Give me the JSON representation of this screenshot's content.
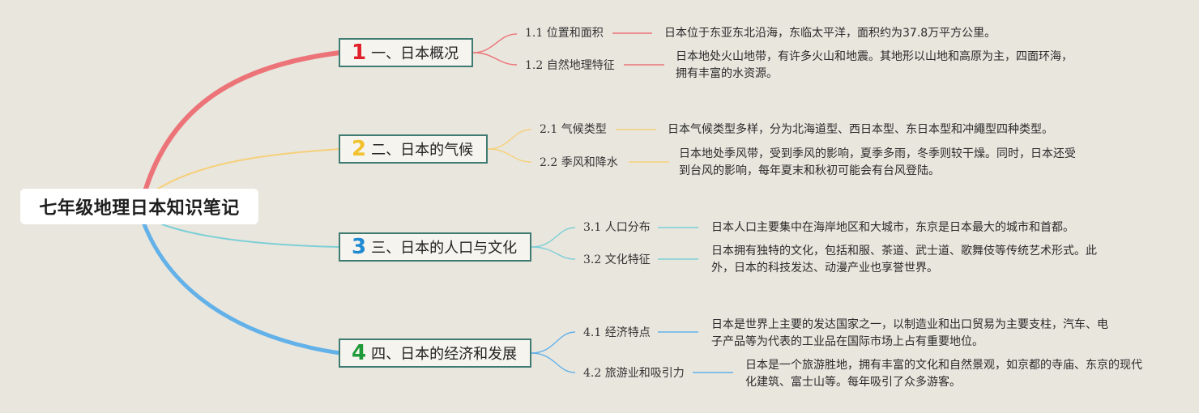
{
  "title": "七年级地理日本知识笔记",
  "colors": {
    "background": "#e9e6de",
    "branch1": "#ec7478",
    "branch2": "#f6d07a",
    "branch3": "#7ccfd6",
    "branch4": "#63b1e9",
    "num1": "#e0202a",
    "num2": "#f2c12e",
    "num3": "#1e8ad2",
    "num4": "#1f9a3a",
    "border": "#3f7b72"
  },
  "branches": [
    {
      "num": "1",
      "label": "一、日本概况",
      "subs": [
        {
          "label": "1.1 位置和面积",
          "desc": [
            "日本位于东亚东北沿海，东临太平洋，面积约为37.8万平方公里。"
          ]
        },
        {
          "label": "1.2 自然地理特征",
          "desc": [
            "日本地处火山地带，有许多火山和地震。其地形以山地和高原为主，四面环海，",
            "拥有丰富的水资源。"
          ]
        }
      ]
    },
    {
      "num": "2",
      "label": "二、日本的气候",
      "subs": [
        {
          "label": "2.1 气候类型",
          "desc": [
            "日本气候类型多样，分为北海道型、西日本型、东日本型和冲繩型四种类型。"
          ]
        },
        {
          "label": "2.2 季风和降水",
          "desc": [
            "日本地处季风带，受到季风的影响，夏季多雨，冬季则较干燥。同时，日本还受",
            "到台风的影响，每年夏末和秋初可能会有台风登陆。"
          ]
        }
      ]
    },
    {
      "num": "3",
      "label": "三、日本的人口与文化",
      "subs": [
        {
          "label": "3.1 人口分布",
          "desc": [
            "日本人口主要集中在海岸地区和大城市，东京是日本最大的城市和首都。"
          ]
        },
        {
          "label": "3.2 文化特征",
          "desc": [
            "日本拥有独特的文化，包括和服、茶道、武士道、歌舞伎等传统艺术形式。此",
            "外，日本的科技发达、动漫产业也享誉世界。"
          ]
        }
      ]
    },
    {
      "num": "4",
      "label": "四、日本的经济和发展",
      "subs": [
        {
          "label": "4.1 经济特点",
          "desc": [
            "日本是世界上主要的发达国家之一，以制造业和出口贸易为主要支柱，汽车、电",
            "子产品等为代表的工业品在国际市场上占有重要地位。"
          ]
        },
        {
          "label": "4.2 旅游业和吸引力",
          "desc": [
            "日本是一个旅游胜地，拥有丰富的文化和自然景观，如京都的寺庙、东京的现代",
            "化建筑、富士山等。每年吸引了众多游客。"
          ]
        }
      ]
    }
  ]
}
